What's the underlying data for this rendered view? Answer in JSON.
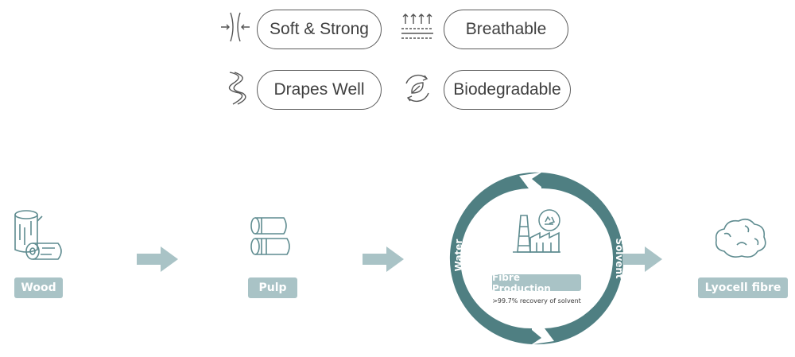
{
  "properties": [
    {
      "label": "Soft & Strong",
      "icon": "fibre-compress-icon"
    },
    {
      "label": "Breathable",
      "icon": "breathable-arrows-icon"
    },
    {
      "label": "Drapes Well",
      "icon": "drape-ribbon-icon"
    },
    {
      "label": "Biodegradable",
      "icon": "leaf-cycle-icon"
    }
  ],
  "process": {
    "steps": [
      {
        "label": "Wood",
        "icon": "wood-logs-icon"
      },
      {
        "label": "Pulp",
        "icon": "pulp-rolls-icon"
      },
      {
        "label": "Lyocell fibre",
        "icon": "fibre-cloud-icon"
      }
    ],
    "cycle": {
      "left_label": "Water",
      "right_label": "Solvent",
      "center_label": "Fibre Production",
      "center_note": ">99.7% recovery of solvent",
      "icons": [
        "factory-icon",
        "recycle-icon"
      ]
    }
  },
  "colors": {
    "teal": "#4f7f82",
    "tag_bg": "#a9c3c6",
    "arrow": "#a9c3c6",
    "icon_stroke": "#5f8c90",
    "pill_border": "#5b5b5b"
  }
}
